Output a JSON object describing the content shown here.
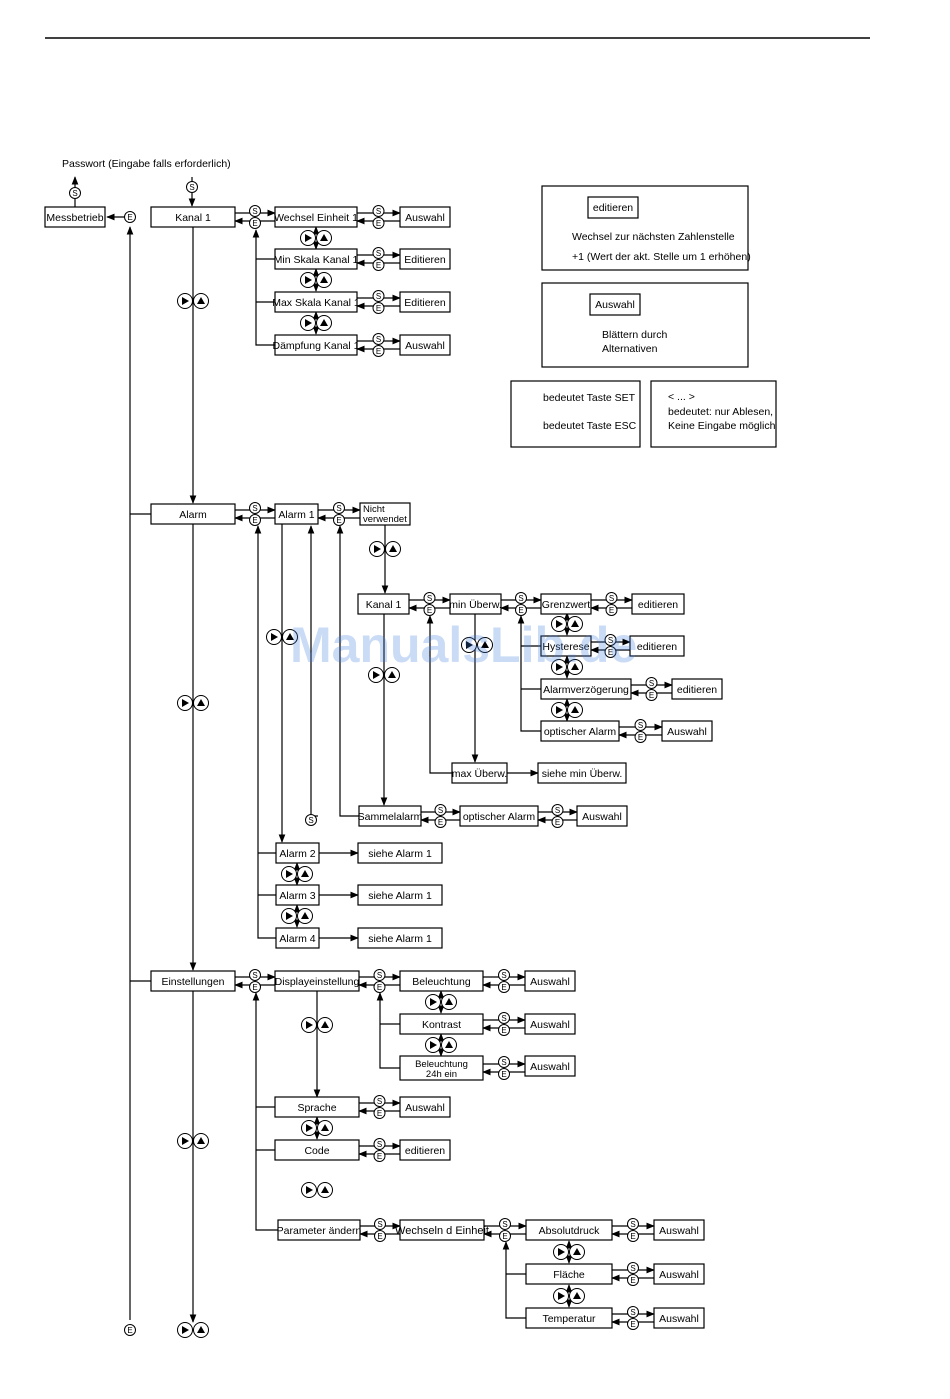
{
  "header_text": "Passwort (Eingabe falls erforderlich)",
  "keys": {
    "set": "S",
    "esc": "E"
  },
  "watermark": "ManualsLib.de",
  "nodes": {
    "messbetrieb": "Messbetrieb",
    "kanal1": "Kanal 1",
    "wechsel_einheit": "Wechsel Einheit 1",
    "min_skala": "Min Skala Kanal 1",
    "max_skala": "Max Skala Kanal 1",
    "daempfung": "Dämpfung Kanal 1",
    "alarm": "Alarm",
    "alarm1": "Alarm 1",
    "nicht_verwendet_1": "Nicht",
    "nicht_verwendet_2": "verwendet",
    "alarm_kanal1": "Kanal 1",
    "min_uberw": "min Überw.",
    "grenzwert": "Grenzwert",
    "hysterese": "Hysterese",
    "alarmverzoegerung": "Alarmverzögerung",
    "optischer_alarm": "optischer Alarm",
    "max_uberw": "max Überw.",
    "siehe_min_uberw": "siehe min Überw.",
    "sammelalarm": "Sammelalarm",
    "optischer_alarm_2": "optischer Alarm",
    "alarm2": "Alarm 2",
    "alarm3": "Alarm 3",
    "alarm4": "Alarm 4",
    "siehe_alarm1": "siehe Alarm 1",
    "einstellungen": "Einstellungen",
    "displayeinstellung": "Displayeinstellung",
    "beleuchtung": "Beleuchtung",
    "kontrast": "Kontrast",
    "beleuchtung24_1": "Beleuchtung",
    "beleuchtung24_2": "24h ein",
    "sprache": "Sprache",
    "code": "Code",
    "parameter_aendern": "Parameter ändern",
    "wechseln_einheit": "Wechseln d Einheit",
    "absolutdruck": "Absolutdruck",
    "flaeche": "Fläche",
    "temperatur": "Temperatur",
    "auswahl": "Auswahl",
    "editieren": "Editieren",
    "editieren_lc": "editieren"
  },
  "legend": {
    "edit_title": "editieren",
    "edit_line1": "Wechsel zur nächsten Zahlenstelle",
    "edit_line2": "+1 (Wert der akt. Stelle um 1 erhöhen)",
    "select_title": "Auswahl",
    "select_line1": "Blättern durch",
    "select_line2": "Alternativen",
    "key_set": "bedeutet Taste SET",
    "key_esc": "bedeutet Taste ESC",
    "readonly_1": "< ... >",
    "readonly_2": "bedeutet: nur Ablesen,",
    "readonly_3": "Keine Eingabe möglich"
  }
}
